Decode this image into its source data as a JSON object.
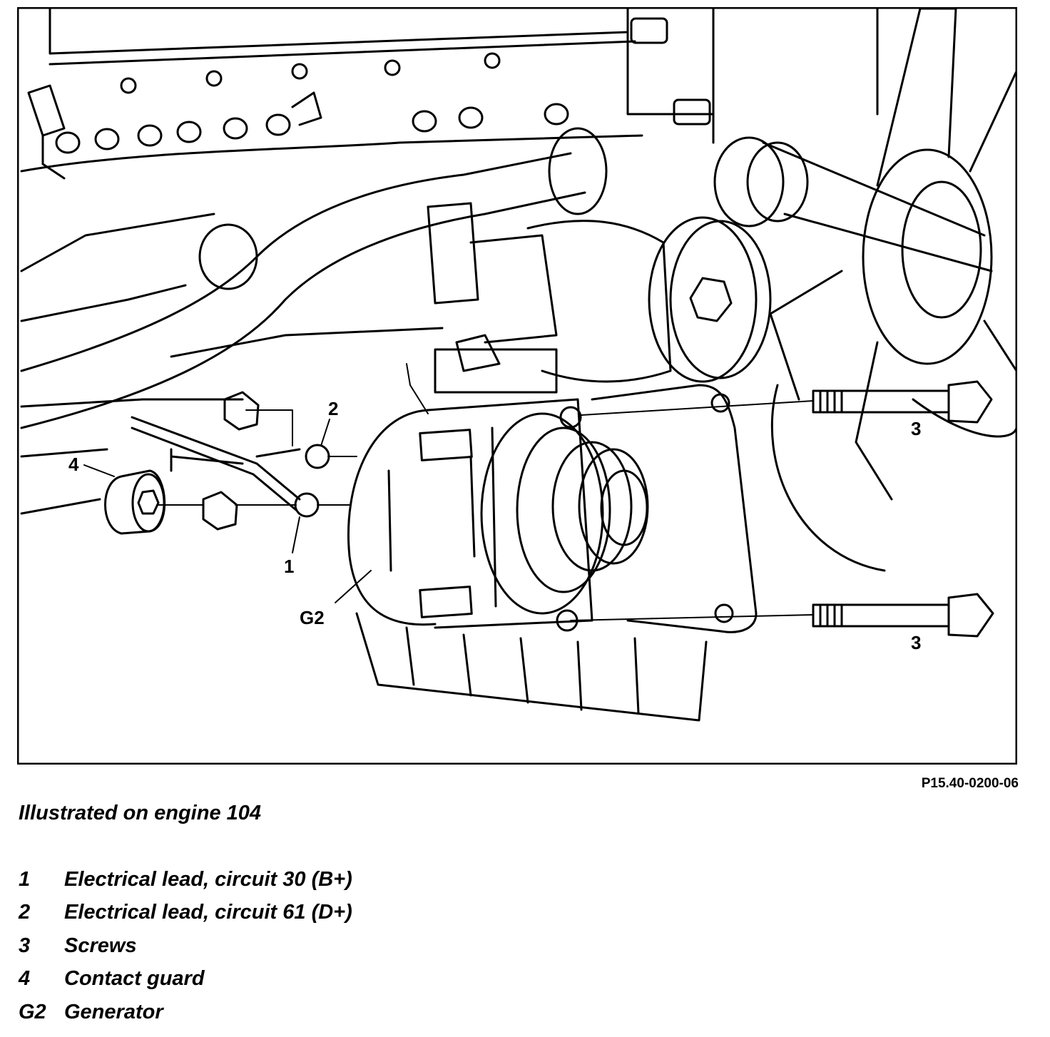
{
  "figure_ref": "P15.40-0200-06",
  "note": "Illustrated on engine 104",
  "callouts": {
    "c1": "1",
    "c2": "2",
    "c3a": "3",
    "c3b": "3",
    "c4": "4",
    "g2": "G2"
  },
  "legend": [
    {
      "key": "1",
      "text": "Electrical lead, circuit 30 (B+)"
    },
    {
      "key": "2",
      "text": "Electrical lead, circuit 61 (D+)"
    },
    {
      "key": "3",
      "text": "Screws"
    },
    {
      "key": "4",
      "text": "Contact guard"
    },
    {
      "key": "G2",
      "text": "Generator"
    }
  ]
}
